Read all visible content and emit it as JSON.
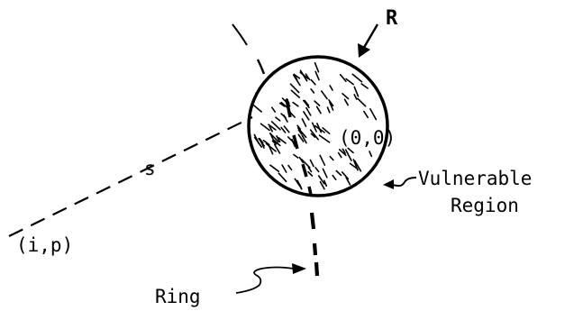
{
  "labels": {
    "radius": "R",
    "center": "(0,0)",
    "region_line1": "Vulnerable",
    "region_line2": "Region",
    "distance": "s",
    "point": "(i,p)",
    "ring": "Ring"
  }
}
